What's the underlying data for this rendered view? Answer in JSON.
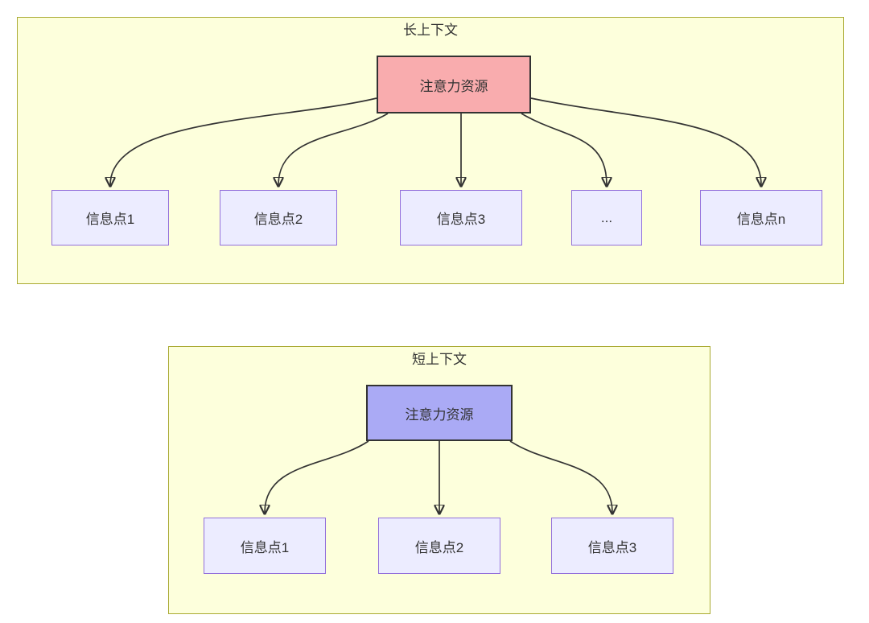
{
  "diagram": {
    "type": "flowchart-comparison",
    "long_context": {
      "title": "长上下文",
      "root": "注意力资源",
      "children": [
        "信息点1",
        "信息点2",
        "信息点3",
        "...",
        "信息点n"
      ]
    },
    "short_context": {
      "title": "短上下文",
      "root": "注意力资源",
      "children": [
        "信息点1",
        "信息点2",
        "信息点3"
      ]
    },
    "colors": {
      "cluster_fill": "#FDFFDC",
      "cluster_border": "#AAAA33",
      "long_root_fill": "#F9ACAE",
      "short_root_fill": "#AAAAF5",
      "info_node_fill": "#ECECFF",
      "info_node_border": "#9370DB",
      "edge_and_text": "#333333"
    }
  }
}
